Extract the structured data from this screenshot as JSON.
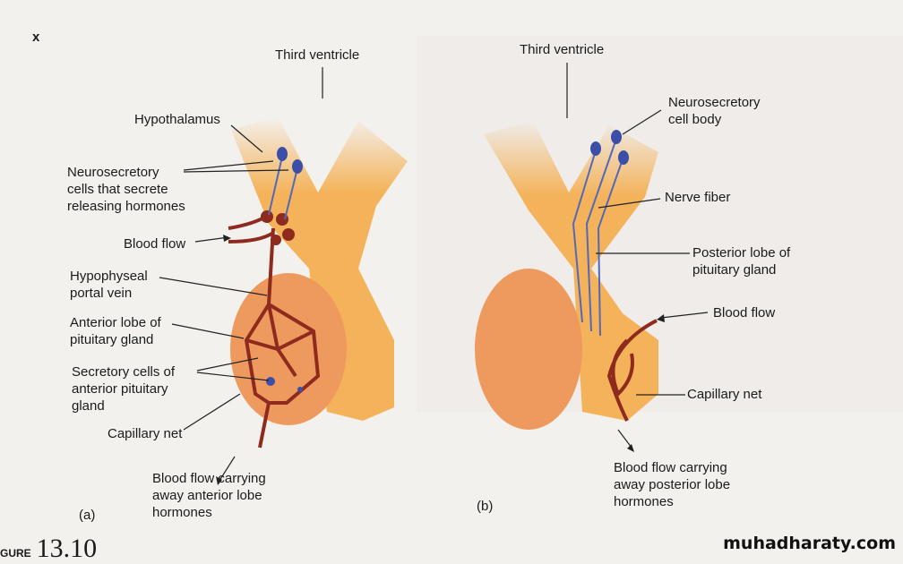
{
  "mark": "x",
  "panel_a": {
    "label": "(a)",
    "third_ventricle": "Third ventricle",
    "hypothalamus": "Hypothalamus",
    "neurosecretory": [
      "Neurosecretory",
      "cells that secrete",
      "releasing hormones"
    ],
    "blood_flow": "Blood flow",
    "portal_vein": [
      "Hypophyseal",
      "portal vein"
    ],
    "anterior_lobe": [
      "Anterior lobe of",
      "pituitary gland"
    ],
    "secretory_cells": [
      "Secretory cells of",
      "anterior pituitary",
      "gland"
    ],
    "capillary_net": "Capillary net",
    "blood_out": [
      "Blood flow carrying",
      "away anterior lobe",
      "hormones"
    ]
  },
  "panel_b": {
    "label": "(b)",
    "third_ventricle": "Third ventricle",
    "cell_body": [
      "Neurosecretory",
      "cell body"
    ],
    "nerve_fiber": "Nerve fiber",
    "posterior_lobe": [
      "Posterior lobe of",
      "pituitary gland"
    ],
    "blood_flow": "Blood flow",
    "capillary_net": "Capillary net",
    "blood_out": [
      "Blood flow carrying",
      "away posterior lobe",
      "hormones"
    ]
  },
  "figure": {
    "prefix": "GURE",
    "number": "13.10"
  },
  "watermark": "muhadharaty.com",
  "colors": {
    "anterior": "#ee9a5e",
    "posterior": "#f4b35a",
    "vessel": "#8e2a1e",
    "nerve": "#5468b8"
  }
}
